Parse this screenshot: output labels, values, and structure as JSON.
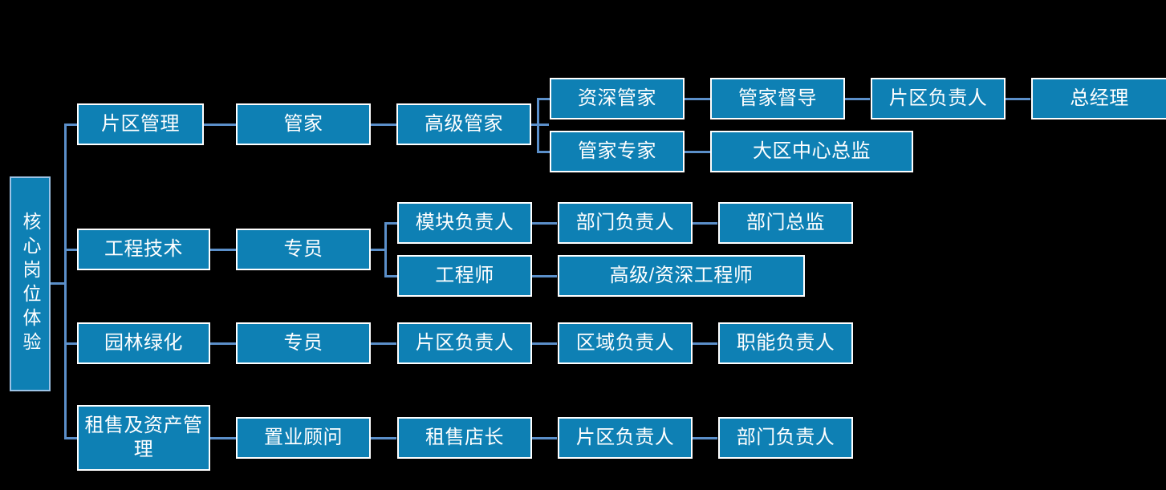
{
  "diagram": {
    "title": "核心岗位体验",
    "type": "org-career-path-tree",
    "colors": {
      "background": "#000000",
      "node_fill": "#0e80b4",
      "node_border": "#ffffff",
      "root_border": "#9dc3e6",
      "connector": "#5b8fc9",
      "text": "#ffffff"
    },
    "root": {
      "label": "核心岗位体验"
    },
    "branches": [
      {
        "name": "branch-property-management",
        "category": "片区管理",
        "level2": "管家",
        "level3": "高级管家",
        "paths": [
          {
            "name": "path-senior-steward",
            "steps": [
              "资深管家",
              "管家督导",
              "片区负责人",
              "总经理"
            ]
          },
          {
            "name": "path-steward-expert",
            "steps": [
              "管家专家",
              "大区中心总监"
            ]
          }
        ]
      },
      {
        "name": "branch-engineering",
        "category": "工程技术",
        "level2": "专员",
        "paths": [
          {
            "name": "path-module-lead",
            "steps": [
              "模块负责人",
              "部门负责人",
              "部门总监"
            ]
          },
          {
            "name": "path-engineer",
            "steps": [
              "工程师",
              "高级/资深工程师"
            ]
          }
        ]
      },
      {
        "name": "branch-landscaping",
        "category": "园林绿化",
        "level2": "专员",
        "paths": [
          {
            "name": "path-landscaping",
            "steps": [
              "片区负责人",
              "区域负责人",
              "职能负责人"
            ]
          }
        ]
      },
      {
        "name": "branch-leasing-asset",
        "category": "租售及资产管理",
        "level2": "置业顾问",
        "paths": [
          {
            "name": "path-leasing",
            "steps": [
              "租售店长",
              "片区负责人",
              "部门负责人"
            ]
          }
        ]
      }
    ]
  }
}
